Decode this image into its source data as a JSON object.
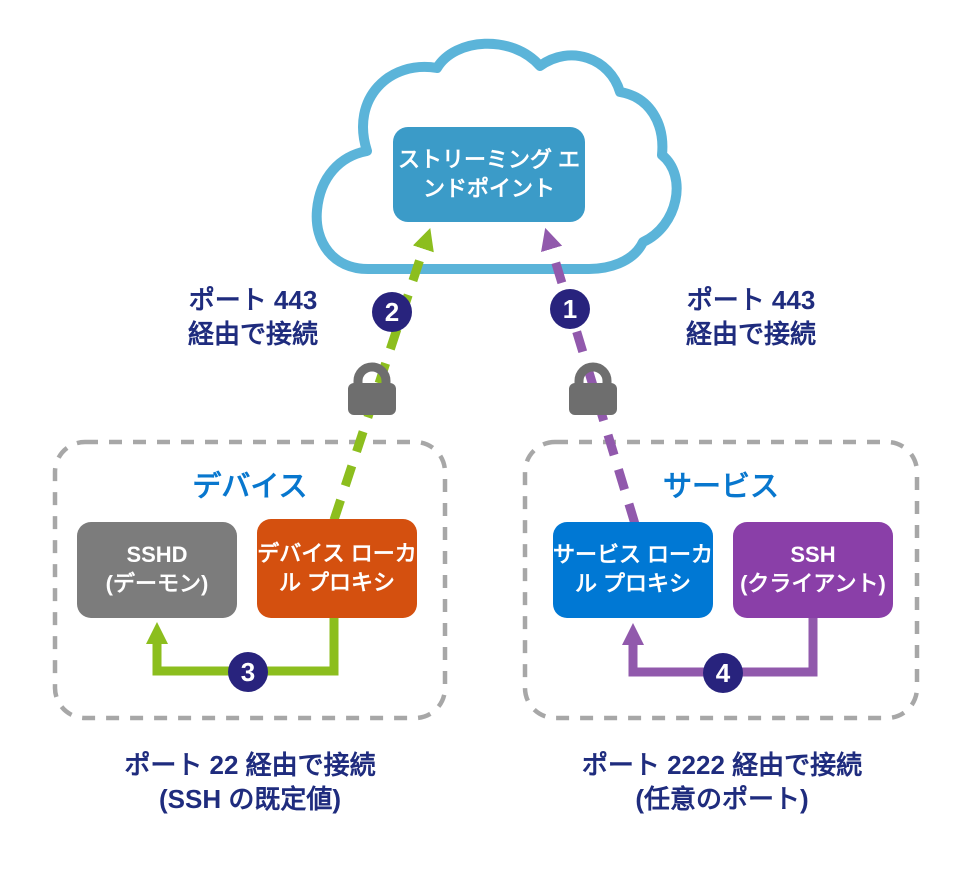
{
  "colors": {
    "cloud_outline": "#5BB4D9",
    "endpoint_box": "#3B9BC8",
    "device_proxy_box": "#D4500F",
    "sshd_box": "#7C7C7C",
    "service_proxy_box": "#0078D4",
    "ssh_box": "#8A3FA8",
    "green_connector": "#8CBE1E",
    "purple_connector": "#9159AC",
    "badge": "#28237D",
    "label_navy": "#1F2C7E",
    "group_title_blue": "#0877CE",
    "group_border_gray": "#A7A7A7",
    "lock_gray": "#6E6E6E"
  },
  "cloud": {
    "endpoint_lines": [
      "ストリーミング エ",
      "ンドポイント"
    ]
  },
  "badges": {
    "step1": "1",
    "step2": "2",
    "step3": "3",
    "step4": "4"
  },
  "labels": {
    "port443_device": [
      "ポート 443",
      "経由で接続"
    ],
    "port443_service": [
      "ポート 443",
      "経由で接続"
    ],
    "port22_device": [
      "ポート 22 経由で接続",
      "(SSH の既定値)"
    ],
    "port2222_service": [
      "ポート 2222 経由で接続",
      "(任意のポート)"
    ]
  },
  "device_group": {
    "title": "デバイス",
    "sshd_lines": [
      "SSHD",
      "(デーモン)"
    ],
    "proxy_lines": [
      "デバイス ローカ",
      "ル プロキシ"
    ]
  },
  "service_group": {
    "title": "サービス",
    "proxy_lines": [
      "サービス ローカ",
      "ル プロキシ"
    ],
    "ssh_lines": [
      "SSH",
      "(クライアント)"
    ]
  },
  "icons": {
    "lock_device": "lock-icon",
    "lock_service": "lock-icon"
  }
}
